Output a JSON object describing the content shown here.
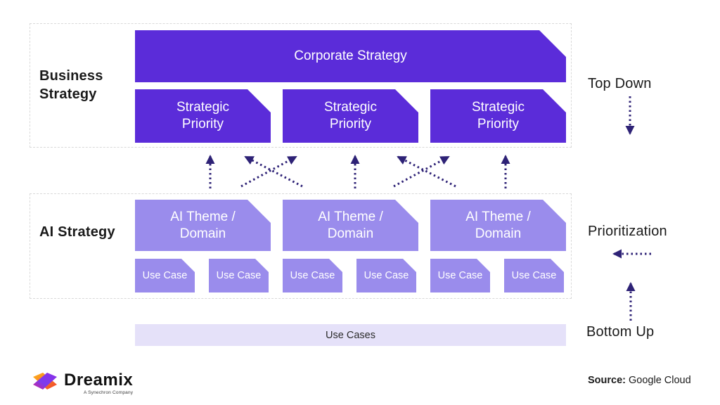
{
  "labels": {
    "business_section": "Business\nStrategy",
    "ai_section": "AI Strategy",
    "corporate": "Corporate Strategy",
    "strategic_priorities": [
      "Strategic\nPriority",
      "Strategic\nPriority",
      "Strategic\nPriority"
    ],
    "ai_themes": [
      "AI Theme /\nDomain",
      "AI Theme /\nDomain",
      "AI Theme /\nDomain"
    ],
    "use_cases": [
      "Use Case",
      "Use Case",
      "Use Case",
      "Use Case",
      "Use Case",
      "Use Case"
    ],
    "use_cases_bar": "Use Cases",
    "top_down": "Top Down",
    "prioritization": "Prioritization",
    "bottom_up": "Bottom Up"
  },
  "footer": {
    "logo_text": "Dreamix",
    "logo_tagline": "A Synechron Company",
    "source_label": "Source:",
    "source_value": "Google Cloud"
  },
  "colors": {
    "primary_purple": "#5B2CD9",
    "light_purple": "#9A8CEC",
    "pale_lavender": "#E5E1F9",
    "arrow_navy": "#2E2276",
    "dashed_border": "#D9D9D9",
    "text_black": "#1A1A1A"
  }
}
